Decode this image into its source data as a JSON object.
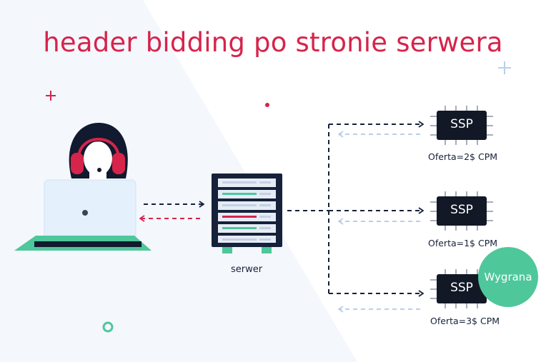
{
  "title": "header bidding po stronie serwera",
  "server_label": "serwer",
  "ssp_label": "SSP",
  "ssp_offers": [
    "Oferta=2$ CPM",
    "Oferta=1$ CPM",
    "Oferta=3$ CPM"
  ],
  "winner_badge": "Wygrana",
  "colors": {
    "title": "#d6244b",
    "accent_green": "#4ec79a",
    "chip_body": "#121826",
    "arrow_dark": "#16213a",
    "arrow_light": "#b9cfea",
    "arrow_red": "#d6244b",
    "background_panel": "#f4f7fc"
  }
}
